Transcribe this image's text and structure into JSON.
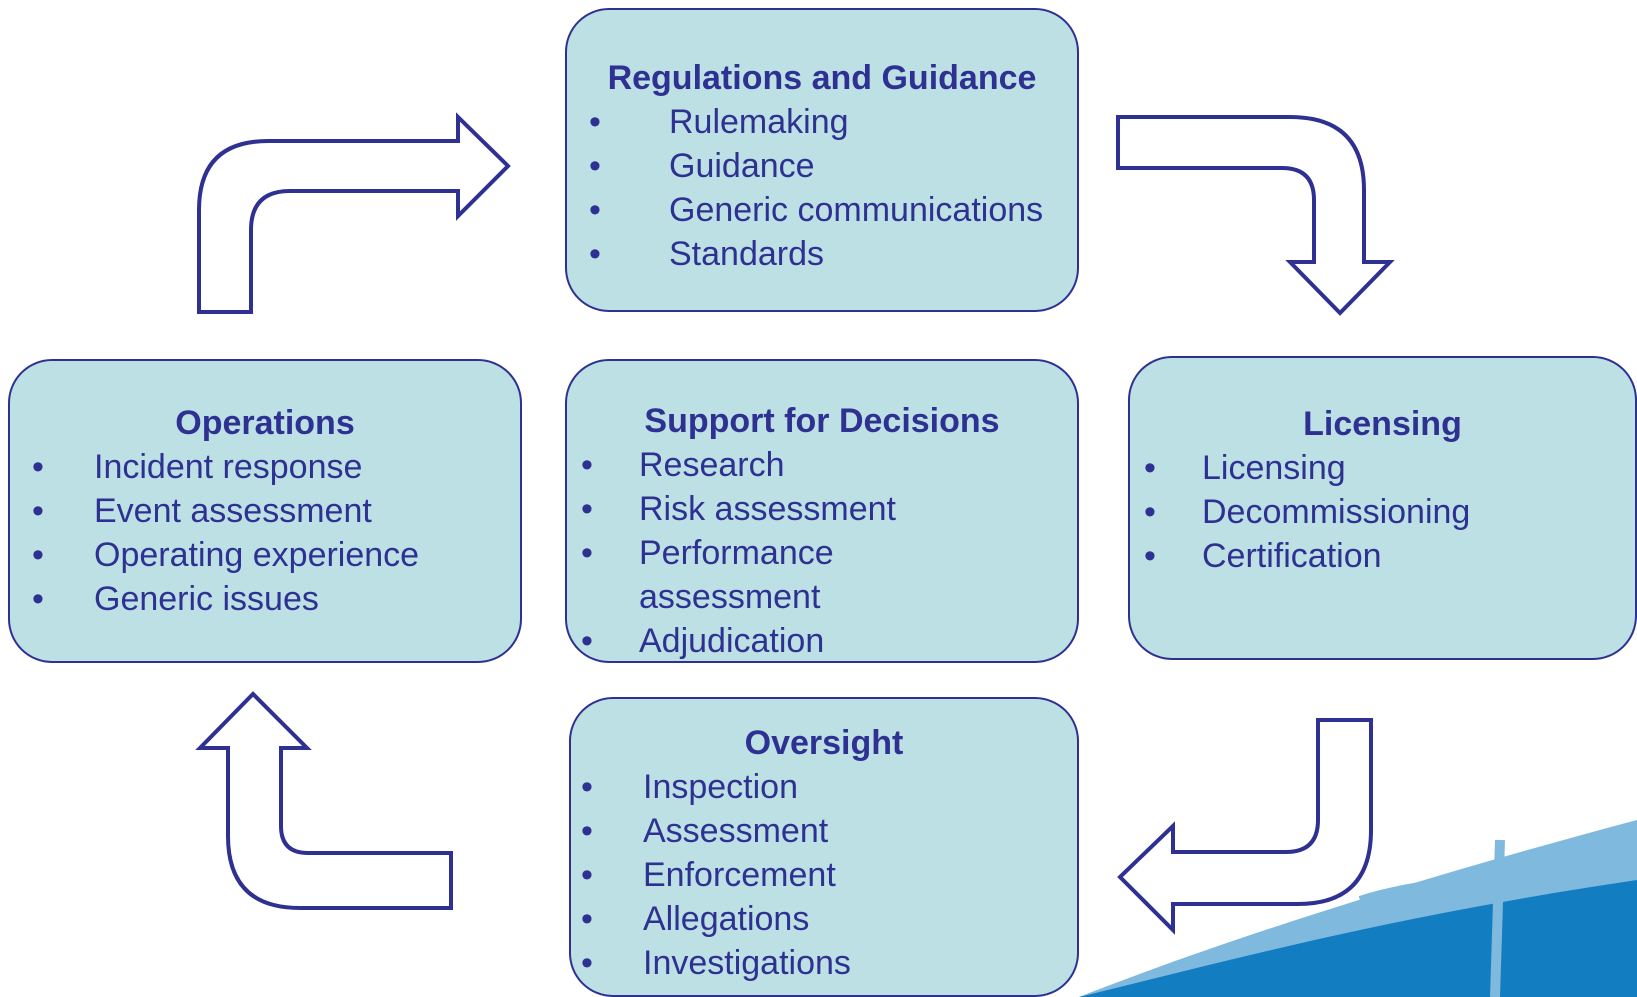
{
  "colors": {
    "box_fill": "#bce0e4",
    "stroke": "#2e3192",
    "text": "#2e3192",
    "swoosh_dark": "#0072bc",
    "swoosh_light": "#7fb9de"
  },
  "icons": [
    "arrow-bent-right-icon",
    "arrow-bent-down-icon",
    "arrow-bent-left-icon",
    "arrow-bent-up-icon",
    "bullet-icon"
  ],
  "bullet": "•",
  "regulations": {
    "title": "Regulations and Guidance",
    "items": [
      "Rulemaking",
      "Guidance",
      "Generic communications",
      "Standards"
    ]
  },
  "operations": {
    "title": "Operations",
    "items": [
      "Incident response",
      "Event assessment",
      "Operating experience",
      "Generic issues"
    ]
  },
  "support": {
    "title": "Support for Decisions",
    "items": [
      "Research",
      "Risk assessment",
      "Performance assessment",
      "Adjudication"
    ]
  },
  "licensing": {
    "title": "Licensing",
    "items": [
      "Licensing",
      "Decommissioning",
      "Certification"
    ]
  },
  "oversight": {
    "title": "Oversight",
    "items": [
      "Inspection",
      "Assessment",
      "Enforcement",
      "Allegations",
      "Investigations"
    ]
  }
}
